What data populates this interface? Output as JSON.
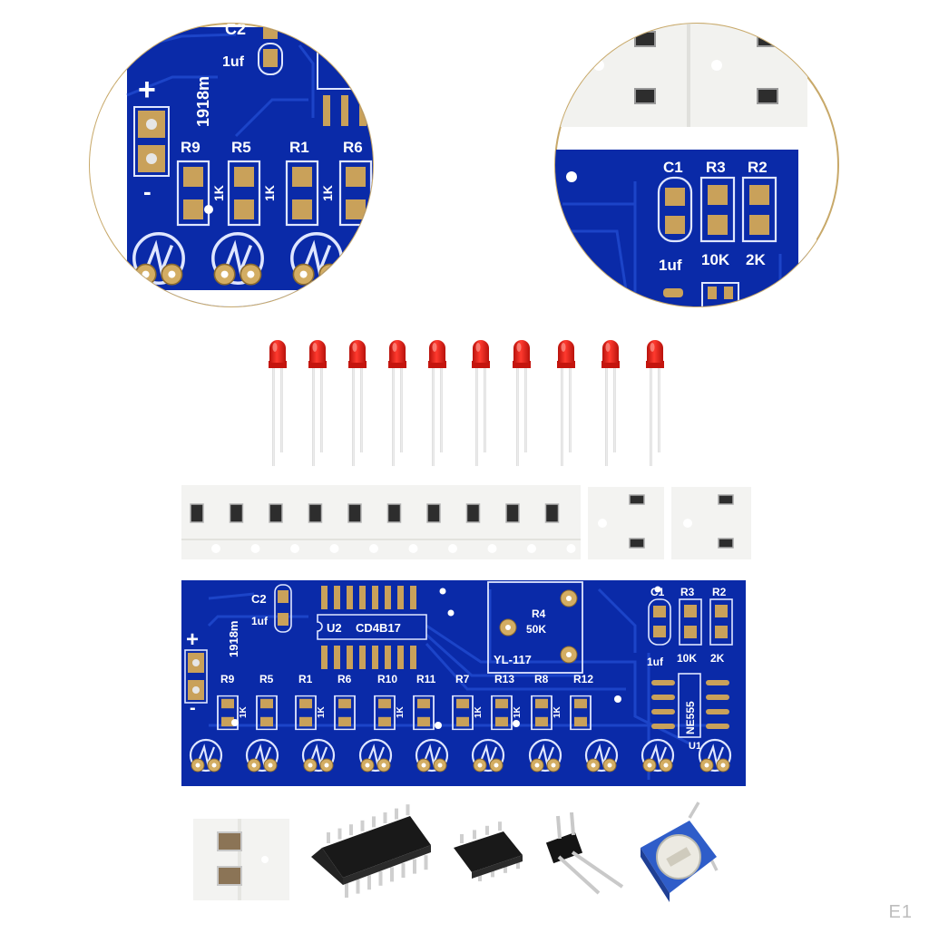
{
  "pcb": {
    "c2": "C2",
    "cap_val": "1uf",
    "part_code": "1918m",
    "plus": "+",
    "minus": "-",
    "u2": "U2",
    "chip": "CD4B17",
    "r4": "R4",
    "r4_val": "50K",
    "yl": "YL-117",
    "c1": "C1",
    "r3": "R3",
    "r2": "R2",
    "c1_val": "1uf",
    "r3_val": "10K",
    "r2_val": "2K",
    "ne": "NE555",
    "u1": "U1",
    "resistors": [
      "R9",
      "R5",
      "R1",
      "R6",
      "R10",
      "R11",
      "R7",
      "R13",
      "R8",
      "R12"
    ],
    "res_val": "1K"
  },
  "zoom_left": {
    "c2": "C2",
    "cap_val": "1uf",
    "part_code": "1918m",
    "plus": "+",
    "minus": "-",
    "resistors": [
      "R9",
      "R5",
      "R1",
      "R6"
    ],
    "res_val": "1K"
  },
  "zoom_right": {
    "c1": "C1",
    "r3": "R3",
    "r2": "R2",
    "c1_val": "1uf",
    "r3_val": "10K",
    "r2_val": "2K"
  },
  "watermark": "E1",
  "colors": {
    "pcb_blue": "#0a2aa8",
    "trace_blue": "#1c44c8",
    "pad_gold": "#c9a15a",
    "led_red": "#e8221b",
    "zoom_ring": "#c8a96a"
  }
}
